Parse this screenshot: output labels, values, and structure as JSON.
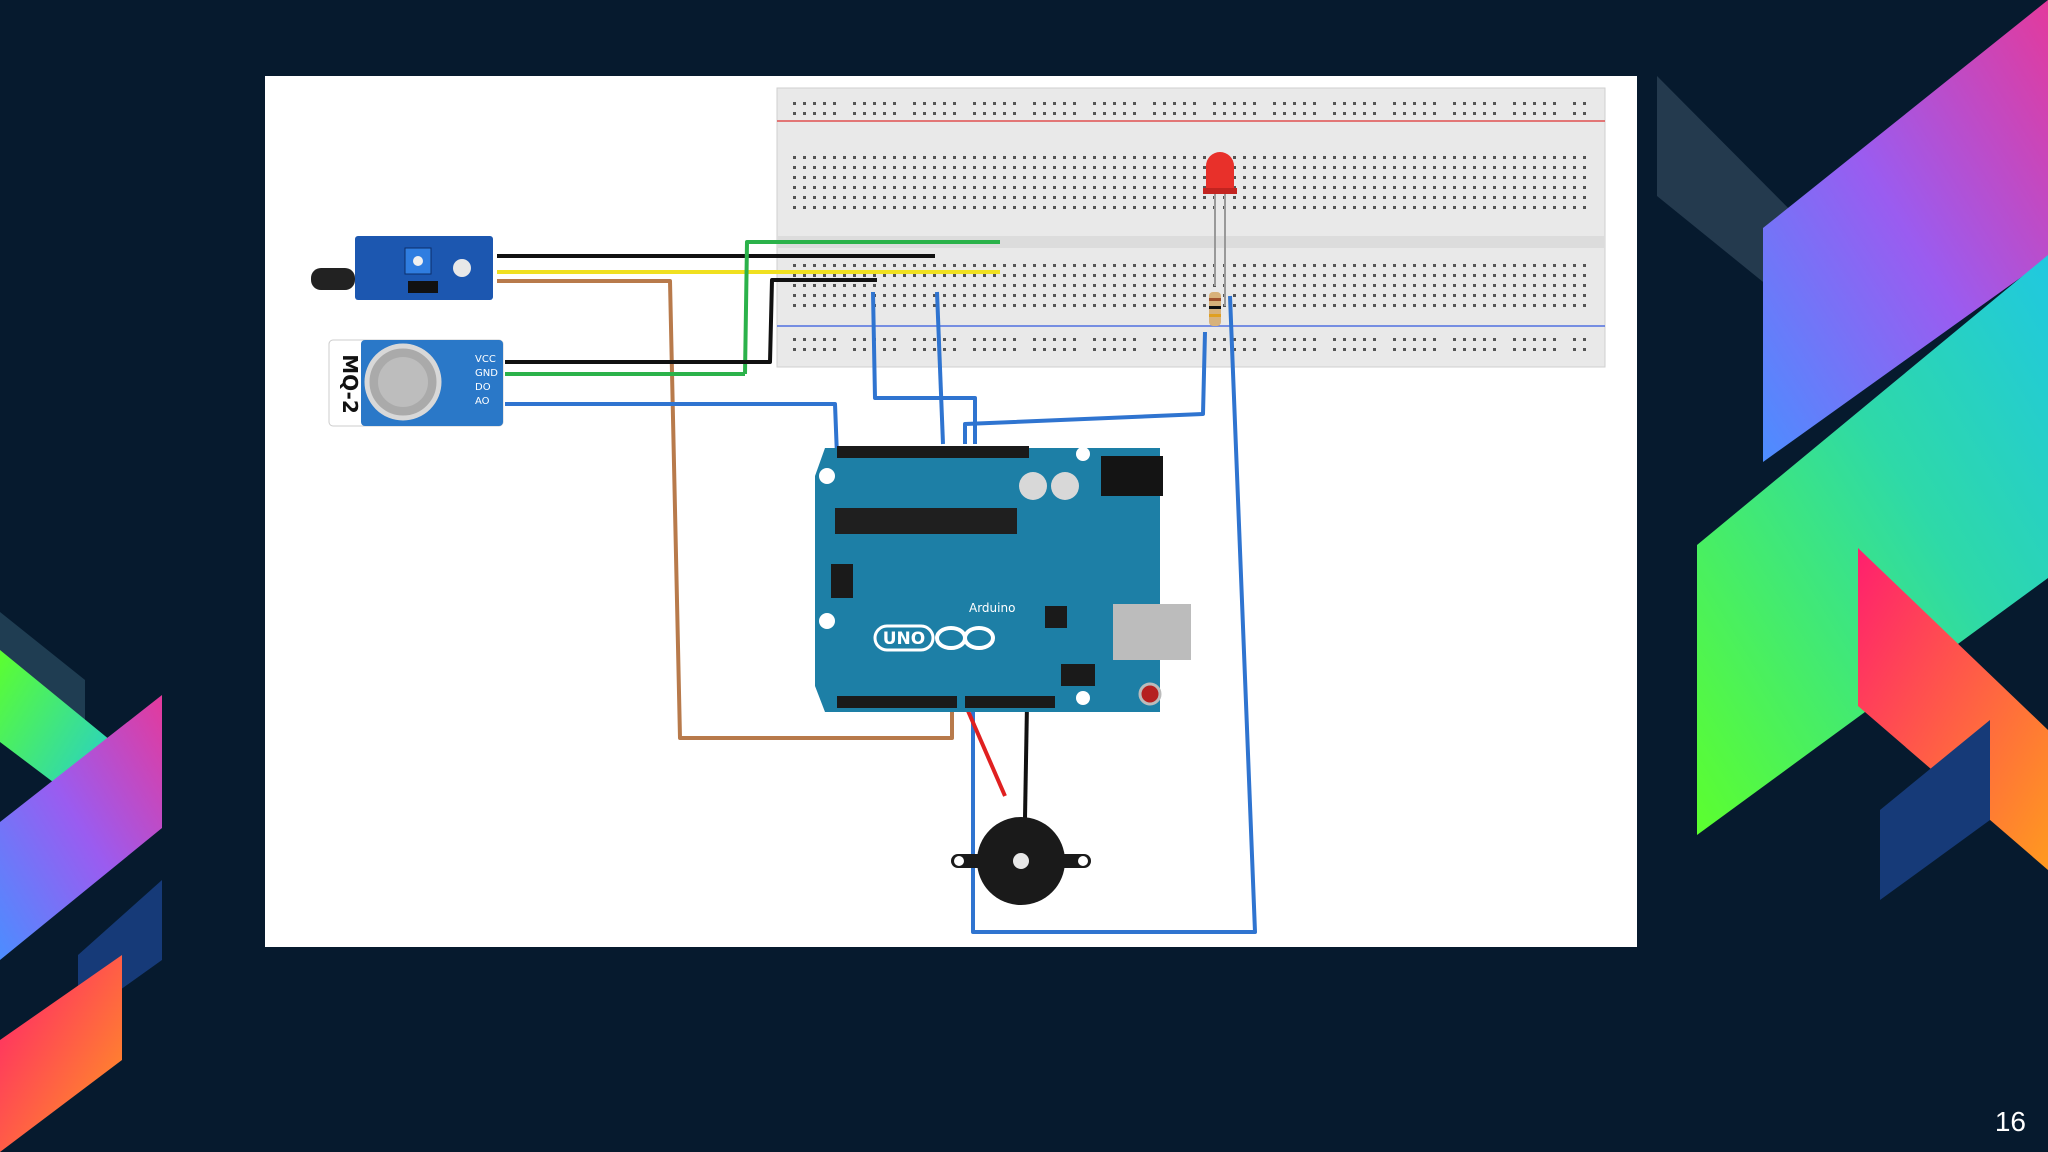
{
  "slide": {
    "page_number": "16",
    "background_color": "#061a2e"
  },
  "diagram": {
    "board": {
      "brand": "Arduino",
      "model": "UNO",
      "color": "#1d7fa6"
    },
    "gas_sensor": {
      "label": "MQ-2",
      "pins": [
        "VCC",
        "GND",
        "DO",
        "AO"
      ]
    },
    "flame_sensor": {
      "color": "#1c57b0"
    },
    "led": {
      "color": "#e8302a"
    },
    "buzzer": {
      "color": "#1a1a1a"
    },
    "wire_colors": {
      "black": "#111111",
      "yellow": "#f0e020",
      "green": "#2bb24a",
      "brown": "#b87a4b",
      "blue": "#2f74d0",
      "red": "#e02020"
    }
  }
}
